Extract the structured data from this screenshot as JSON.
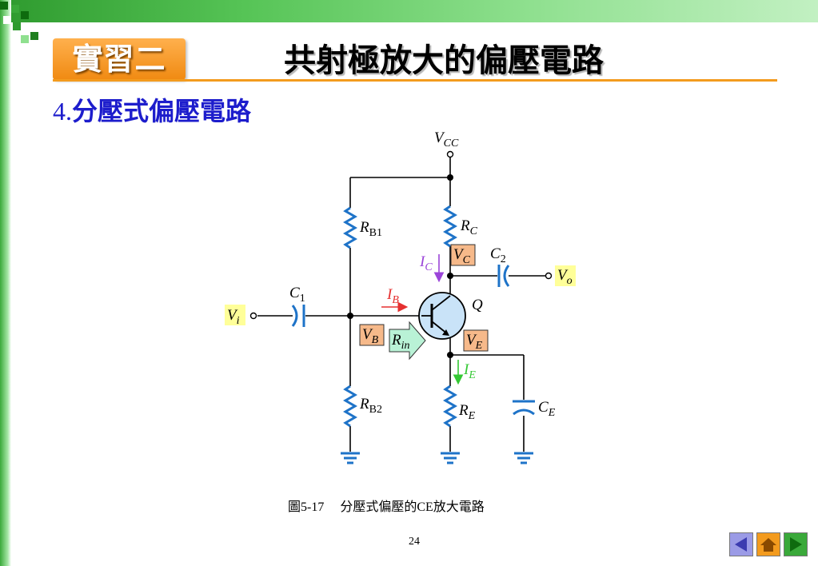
{
  "header": {
    "tag_label": "實習二",
    "title": "共射極放大的偏壓電路"
  },
  "section": {
    "number": "4.",
    "heading": "分壓式偏壓電路"
  },
  "circuit": {
    "supply": {
      "main": "V",
      "sub": "CC"
    },
    "rb1": {
      "main": "R",
      "sub": "B1"
    },
    "rb2": {
      "main": "R",
      "sub": "B2"
    },
    "rc": {
      "main": "R",
      "sub": "C"
    },
    "re": {
      "main": "R",
      "sub": "E"
    },
    "c1": {
      "main": "C",
      "sub": "1"
    },
    "c2": {
      "main": "C",
      "sub": "2"
    },
    "ce": {
      "main": "C",
      "sub": "E"
    },
    "vi": {
      "main": "V",
      "sub": "i"
    },
    "vo": {
      "main": "V",
      "sub": "o"
    },
    "ib": {
      "main": "I",
      "sub": "B"
    },
    "ic": {
      "main": "I",
      "sub": "C"
    },
    "ie": {
      "main": "I",
      "sub": "E"
    },
    "vb": {
      "main": "V",
      "sub": "B"
    },
    "vc": {
      "main": "V",
      "sub": "C"
    },
    "ve": {
      "main": "V",
      "sub": "E"
    },
    "rin": {
      "main": "R",
      "sub": "in"
    },
    "transistor": "Q"
  },
  "caption": "圖5-17　 分壓式偏壓的CE放大電路",
  "page_number": "24",
  "nav": {
    "icons": [
      "previous-icon",
      "home-icon",
      "next-icon"
    ]
  },
  "colors": {
    "wire": "#000000",
    "component": "#1e73c8",
    "transistor_fill": "#c9e3f8",
    "ib_arrow": "#e53030",
    "ic_arrow": "#9b45d9",
    "ie_arrow": "#34c834",
    "highlight_yellow": "#ffff99",
    "highlight_orange": "#f6b98a",
    "rin_arrow": "#b9f2d6",
    "tag_orange": "#f08a12",
    "heading_blue": "#1d1dcc"
  }
}
